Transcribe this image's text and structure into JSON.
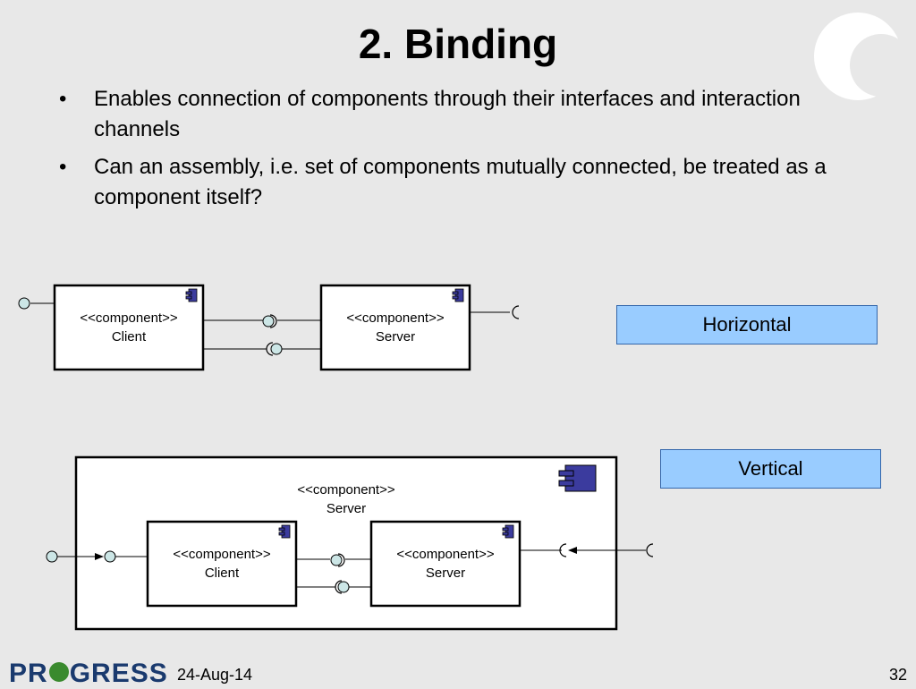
{
  "slide": {
    "title": "2. Binding",
    "bullets": [
      "Enables connection of components through their interfaces and interaction channels",
      "Can an assembly, i.e. set of components mutually connected, be treated as a component itself?"
    ]
  },
  "labels": {
    "horizontal": "Horizontal",
    "vertical": "Vertical"
  },
  "diagram": {
    "stereotype": "<<component>>",
    "top_row": {
      "client_name": "Client",
      "server_name": "Server"
    },
    "composite": {
      "name": "Server",
      "inner_client_name": "Client",
      "inner_server_name": "Server"
    }
  },
  "footer": {
    "logo_left": "PR",
    "logo_right": "GRESS",
    "date": "24-Aug-14",
    "page": "32"
  },
  "colors": {
    "background": "#e8e8e8",
    "label_fill": "#99ccff",
    "component_icon": "#3b3b9e",
    "interface_fill": "#cce6e6"
  }
}
